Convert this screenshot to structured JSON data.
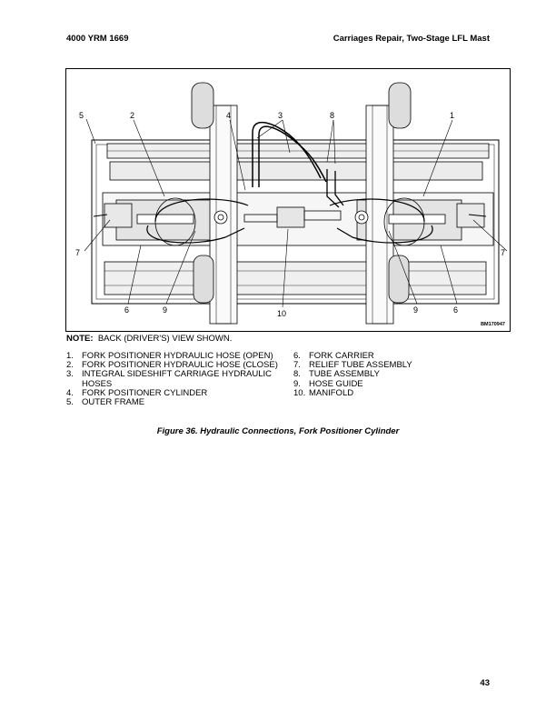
{
  "header": {
    "left": "4000 YRM 1669",
    "right": "Carriages Repair, Two-Stage LFL Mast"
  },
  "figure": {
    "code": "BM170947",
    "callouts": [
      "1",
      "2",
      "3",
      "4",
      "5",
      "6",
      "7",
      "8",
      "9",
      "10"
    ]
  },
  "note": {
    "label": "NOTE:",
    "text": "BACK (DRIVER'S) VIEW SHOWN."
  },
  "legend": {
    "left": [
      {
        "num": "1.",
        "text": "FORK POSITIONER HYDRAULIC HOSE (OPEN)"
      },
      {
        "num": "2.",
        "text": "FORK POSITIONER HYDRAULIC HOSE (CLOSE)"
      },
      {
        "num": "3.",
        "text": "INTEGRAL SIDESHIFT CARRIAGE HYDRAULIC HOSES"
      },
      {
        "num": "4.",
        "text": "FORK POSITIONER CYLINDER"
      },
      {
        "num": "5.",
        "text": "OUTER FRAME"
      }
    ],
    "right": [
      {
        "num": "6.",
        "text": "FORK CARRIER"
      },
      {
        "num": "7.",
        "text": "RELIEF TUBE ASSEMBLY"
      },
      {
        "num": "8.",
        "text": "TUBE ASSEMBLY"
      },
      {
        "num": "9.",
        "text": "HOSE GUIDE"
      },
      {
        "num": "10.",
        "text": "MANIFOLD"
      }
    ]
  },
  "caption": "Figure 36. Hydraulic Connections, Fork Positioner Cylinder",
  "page_number": "43"
}
